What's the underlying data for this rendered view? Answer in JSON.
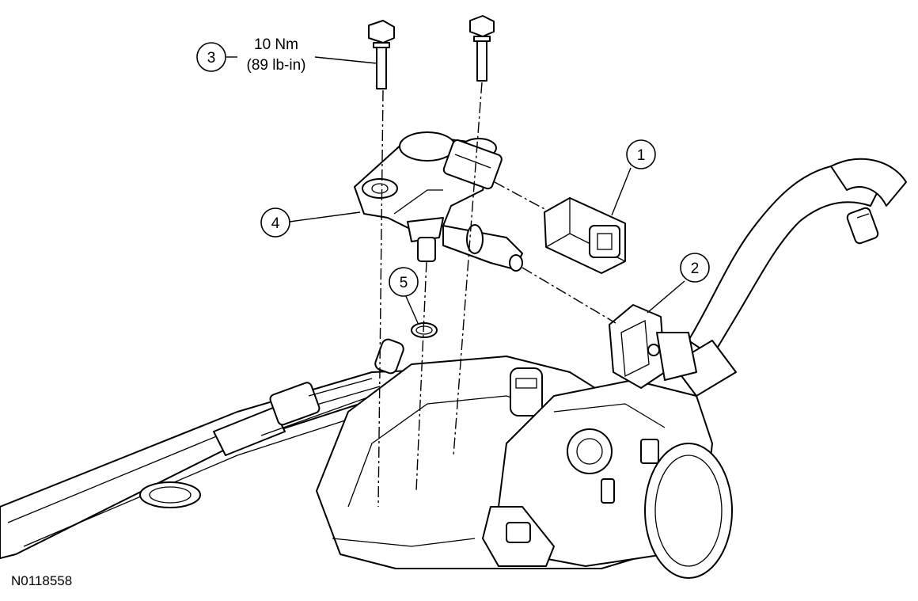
{
  "callouts": [
    {
      "id": "1",
      "label": "1"
    },
    {
      "id": "2",
      "label": "2"
    },
    {
      "id": "3",
      "label": "3"
    },
    {
      "id": "4",
      "label": "4"
    },
    {
      "id": "5",
      "label": "5"
    }
  ],
  "torque": {
    "metric": "10 Nm",
    "imperial": "(89 lb-in)"
  },
  "figure_id": "N0118558"
}
